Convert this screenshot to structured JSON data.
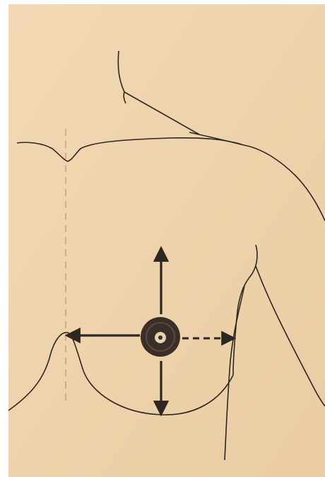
{
  "figure": {
    "paper_color": "#f2d9b4",
    "paper_shade_color": "#e9cca3",
    "line_color": "#2e2620",
    "guide_line_color": "#c99a80",
    "nipple_outer_color": "#3a2f28",
    "nipple_inner_color": "#5a4a40",
    "nipple_center_color": "#e8d2b4",
    "arrows": [
      {
        "direction": "up",
        "style": "solid"
      },
      {
        "direction": "down",
        "style": "solid"
      },
      {
        "direction": "left",
        "style": "solid"
      },
      {
        "direction": "right",
        "style": "dashed"
      }
    ]
  }
}
